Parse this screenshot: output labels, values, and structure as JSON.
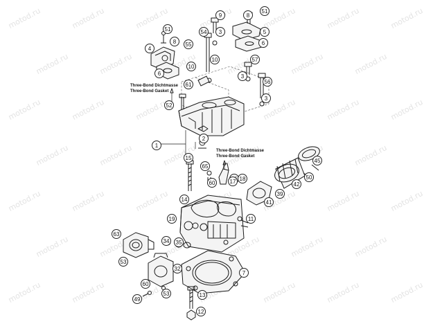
{
  "watermark": {
    "text": "motod.ru"
  },
  "notes": {
    "upper_line1": "Three-Bond Dichtmasse",
    "upper_line2": "Three-Bond Gasket",
    "lower_line1": "Three-Bond Dichtmasse",
    "lower_line2": "Three-Bond Gasket"
  },
  "callouts": [
    {
      "label": "51"
    },
    {
      "label": "8"
    },
    {
      "label": "4"
    },
    {
      "label": "6"
    },
    {
      "label": "9"
    },
    {
      "label": "54"
    },
    {
      "label": "3"
    },
    {
      "label": "8"
    },
    {
      "label": "5"
    },
    {
      "label": "6"
    },
    {
      "label": "51"
    },
    {
      "label": "55"
    },
    {
      "label": "10"
    },
    {
      "label": "57"
    },
    {
      "label": "10"
    },
    {
      "label": "61"
    },
    {
      "label": "3"
    },
    {
      "label": "56"
    },
    {
      "label": "3"
    },
    {
      "label": "52"
    },
    {
      "label": "2"
    },
    {
      "label": "1"
    },
    {
      "label": "15"
    },
    {
      "label": "65"
    },
    {
      "label": "60"
    },
    {
      "label": "16"
    },
    {
      "label": "17"
    },
    {
      "label": "18"
    },
    {
      "label": "14"
    },
    {
      "label": "45"
    },
    {
      "label": "42"
    },
    {
      "label": "50"
    },
    {
      "label": "39"
    },
    {
      "label": "41"
    },
    {
      "label": "19"
    },
    {
      "label": "11"
    },
    {
      "label": "63"
    },
    {
      "label": "34"
    },
    {
      "label": "35"
    },
    {
      "label": "53"
    },
    {
      "label": "32"
    },
    {
      "label": "7"
    },
    {
      "label": "60"
    },
    {
      "label": "53"
    },
    {
      "label": "49"
    },
    {
      "label": "13"
    },
    {
      "label": "12"
    }
  ]
}
